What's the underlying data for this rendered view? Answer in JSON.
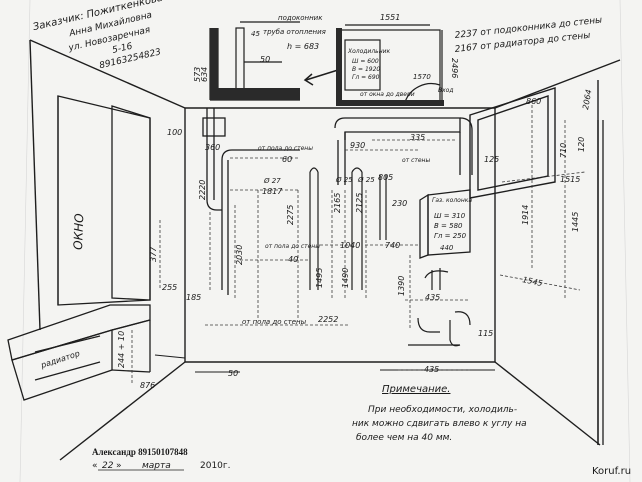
{
  "header": {
    "customer_lines": [
      "Заказчик: Пожиткенкова",
      "Анна Михайловна",
      "ул. Новозаречная",
      "5-16",
      "89163254823"
    ],
    "note_windowsill": "2237 от подоконника до стены",
    "note_radiator": "2167 от радиатора до стены"
  },
  "inset_left": {
    "label_sill": "подоконник",
    "label_pipe": "труба отопления",
    "label_h": "h = 683",
    "dims": [
      "45",
      "50",
      "573",
      "634"
    ]
  },
  "inset_right": {
    "dims": [
      "1551",
      "2496",
      "1570"
    ],
    "cabinet_label": "Холодильник",
    "cabinet_dims": [
      "Ш = 600",
      "В = 1920",
      "Гл = 690"
    ],
    "door_label": "от окна до двери",
    "label_door": "Вход"
  },
  "walls": {
    "window_label": "ОКНО",
    "radiator_label": "радиатор"
  },
  "dims": {
    "d100": "100",
    "d360": "360",
    "d60": "60",
    "d930": "930",
    "d335": "335",
    "d805": "805",
    "d2220": "2220",
    "d1817": "1817",
    "d2030": "2030",
    "d2275": "2275",
    "d2165": "2165",
    "d2125": "2125",
    "d1040": "1040",
    "d740": "740",
    "d230": "230",
    "d1495": "1495",
    "d1490": "1490",
    "d1390": "1390",
    "d435a": "435",
    "d435b": "435",
    "d115": "115",
    "d50": "50",
    "d185": "185",
    "d377": "377",
    "d255": "255",
    "d876": "876",
    "d24410": "244 + 10",
    "d2252": "2252",
    "d860": "860",
    "d2064": "2064",
    "d710": "710",
    "d120": "120",
    "d1515": "1515",
    "d125": "125",
    "d1914": "1914",
    "d1445": "1445",
    "d1545": "1545",
    "d27": "Ø 27",
    "d25a": "Ø 25",
    "d25b": "Ø 25",
    "d40": "40",
    "d1_note": "от пола до стены",
    "d2_note": "от пола до стены",
    "d3_note": "от пола до стены",
    "d4_note": "от стены"
  },
  "fridge": {
    "label": "Газ. колонка",
    "w": "Ш = 310",
    "h": "В = 580",
    "d": "Гл = 250",
    "total": "440"
  },
  "note": {
    "title": "Примечание.",
    "lines": [
      "При необходимости, холодиль-",
      "ник можно сдвигать влево к углу на",
      "более чем на 40 мм."
    ]
  },
  "footer": {
    "name": "Александр 89150107848",
    "date_prefix": "«",
    "date_day": "22",
    "date_mid": "»",
    "date_month": "марта",
    "year": "2010г.",
    "watermark": "Koruf.ru"
  }
}
